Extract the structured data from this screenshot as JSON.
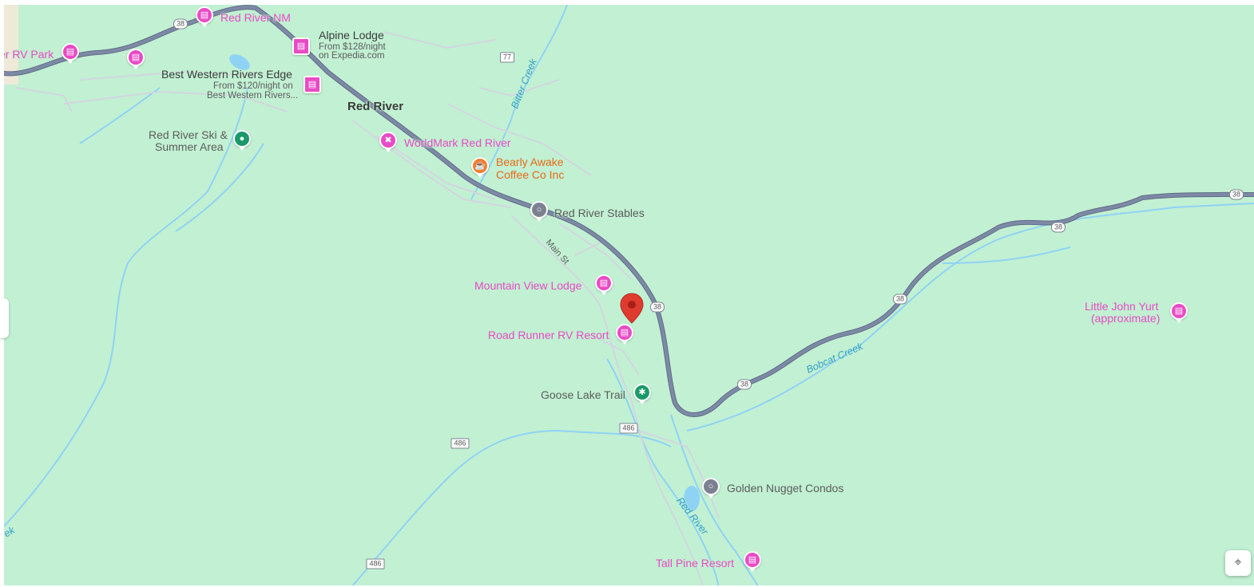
{
  "colors": {
    "land": "#c2f0d3",
    "highway": "#7d8aa6",
    "highway_edge": "#5f6b85",
    "street": "#d2d6df",
    "water": "#8fd3f4",
    "lodging": "#e94ac6",
    "attraction_green": "#1a9a6a",
    "generic_gray": "#7b8190",
    "cafe_orange": "#f47d2a",
    "dropped_pin": "#e03b2f"
  },
  "places": {
    "red_river_nm": {
      "label": "Red River NM",
      "icon": "bed-icon"
    },
    "rv_park": {
      "label": "er RV Park",
      "icon": "bed-icon"
    },
    "alpine_lodge": {
      "label": "Alpine Lodge",
      "sub1": "From $128/night",
      "sub2": "on Expedia.com",
      "icon": "bed-icon"
    },
    "best_western": {
      "label": "Best Western Rivers Edge",
      "sub1": "From $120/night on",
      "sub2": "Best Western Rivers...",
      "icon": "bed-icon"
    },
    "red_river_town": {
      "label": "Red River"
    },
    "ski_area": {
      "label1": "Red River Ski &",
      "label2": "Summer Area",
      "icon": "ski-icon"
    },
    "worldmark": {
      "label": "WorldMark Red River",
      "icon": "ski-icon"
    },
    "bearly_awake": {
      "label1": "Bearly Awake",
      "label2": "Coffee Co Inc",
      "icon": "coffee-icon"
    },
    "stables": {
      "label": "Red River Stables",
      "icon": "circle-icon"
    },
    "mountain_view": {
      "label": "Mountain View Lodge",
      "icon": "bed-icon"
    },
    "road_runner": {
      "label": "Road Runner RV Resort",
      "icon": "bed-icon"
    },
    "goose_lake": {
      "label": "Goose Lake Trail",
      "icon": "hiker-icon"
    },
    "golden_nugget": {
      "label": "Golden Nugget Condos",
      "icon": "circle-icon"
    },
    "tall_pine": {
      "label": "Tall Pine Resort",
      "icon": "bed-icon"
    },
    "little_john": {
      "label1": "Little John Yurt",
      "label2": "(approximate)",
      "icon": "bed-icon"
    }
  },
  "roads": {
    "nm38": "38",
    "nm77": "77",
    "nm486": "486",
    "main_st": "Main St"
  },
  "waterways": {
    "bitter_creek": "Bitter Creek",
    "bobcat_creek": "Bobcat Creek",
    "red_river": "Red River",
    "edge_creek": "ek"
  }
}
